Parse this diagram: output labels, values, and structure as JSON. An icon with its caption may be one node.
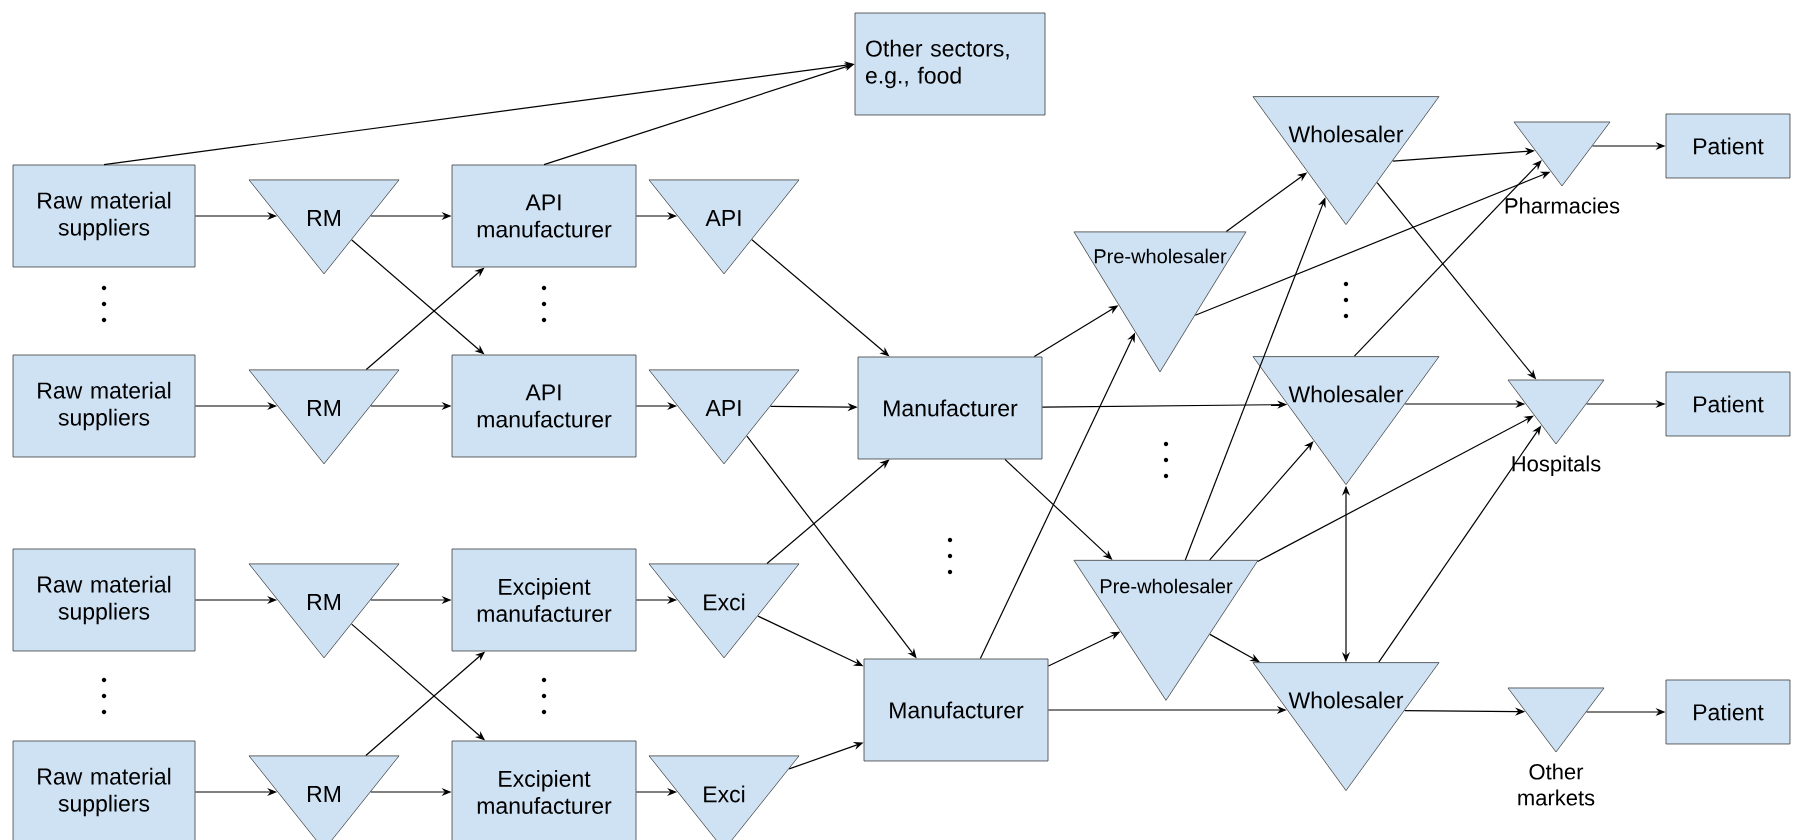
{
  "diagram": {
    "nodes": [
      {
        "text": [
          "Raw material suppliers"
        ]
      },
      {
        "text": [
          "RM"
        ]
      },
      {
        "text": [
          "API manufacturer"
        ]
      },
      {
        "text": [
          "API"
        ]
      },
      {
        "text": [
          "Raw material suppliers"
        ]
      },
      {
        "text": [
          "RM"
        ]
      },
      {
        "text": [
          "API manufacturer"
        ]
      },
      {
        "text": [
          "API"
        ]
      },
      {
        "text": [
          "Raw material suppliers"
        ]
      },
      {
        "text": [
          "RM"
        ]
      },
      {
        "text": [
          "Excipient manufacturer"
        ]
      },
      {
        "text": [
          "Exci"
        ]
      },
      {
        "text": [
          "Raw material suppliers"
        ]
      },
      {
        "text": [
          "RM"
        ]
      },
      {
        "text": [
          "Excipient manufacturer"
        ]
      },
      {
        "text": [
          "Exci"
        ]
      },
      {
        "text": [
          "Other sectors, e.g., food"
        ]
      },
      {
        "text": [
          "Manufacturer"
        ]
      },
      {
        "text": [
          "Manufacturer"
        ]
      },
      {
        "text": [
          "Pre-wholesaler"
        ]
      },
      {
        "text": [
          "Pre-wholesaler"
        ]
      },
      {
        "text": [
          "Wholesaler"
        ]
      },
      {
        "text": [
          "Wholesaler"
        ]
      },
      {
        "text": [
          "Wholesaler"
        ]
      },
      {
        "text": [],
        "shape": "triangle",
        "beside": [
          "Pharmacies"
        ]
      },
      {
        "text": [],
        "shape": "triangle",
        "beside": [
          "Hospitals"
        ]
      },
      {
        "text": [],
        "shape": "triangle",
        "beside": [
          "Other markets"
        ]
      },
      {
        "text": [
          "Patient"
        ]
      },
      {
        "text": [
          "Patient"
        ]
      },
      {
        "text": [
          "Patient"
        ]
      }
    ],
    "edges": [
      {
        "from": 0,
        "to": 1,
        "arrow": "to"
      },
      {
        "from": 1,
        "to": 2,
        "arrow": "to"
      },
      {
        "from": 1,
        "to": 6,
        "arrow": "to"
      },
      {
        "from": 4,
        "to": 5,
        "arrow": "to"
      },
      {
        "from": 5,
        "to": 6,
        "arrow": "to"
      },
      {
        "from": 5,
        "to": 2,
        "arrow": "to"
      },
      {
        "from": 0,
        "to": 16,
        "arrow": "to"
      },
      {
        "from": 2,
        "to": 16,
        "arrow": "to"
      },
      {
        "from": 2,
        "to": 3,
        "arrow": "to"
      },
      {
        "from": 6,
        "to": 7,
        "arrow": "to"
      },
      {
        "from": 3,
        "to": 17,
        "arrow": "to"
      },
      {
        "from": 7,
        "to": 17,
        "arrow": "to"
      },
      {
        "from": 7,
        "to": 18,
        "arrow": "to"
      },
      {
        "from": 8,
        "to": 9,
        "arrow": "to"
      },
      {
        "from": 9,
        "to": 10,
        "arrow": "to"
      },
      {
        "from": 9,
        "to": 14,
        "arrow": "to"
      },
      {
        "from": 12,
        "to": 13,
        "arrow": "to"
      },
      {
        "from": 13,
        "to": 10,
        "arrow": "to"
      },
      {
        "from": 13,
        "to": 14,
        "arrow": "to"
      },
      {
        "from": 10,
        "to": 11,
        "arrow": "to"
      },
      {
        "from": 14,
        "to": 15,
        "arrow": "to"
      },
      {
        "from": 11,
        "to": 17,
        "arrow": "to"
      },
      {
        "from": 11,
        "to": 18,
        "arrow": "to"
      },
      {
        "from": 15,
        "to": 18,
        "arrow": "to"
      },
      {
        "from": 17,
        "to": 19,
        "arrow": "to"
      },
      {
        "from": 17,
        "to": 22,
        "arrow": "to"
      },
      {
        "from": 17,
        "to": 20,
        "arrow": "to"
      },
      {
        "from": 18,
        "to": 19,
        "arrow": "to"
      },
      {
        "from": 18,
        "to": 20,
        "arrow": "to"
      },
      {
        "from": 18,
        "to": 23,
        "arrow": "to"
      },
      {
        "from": 19,
        "to": 21,
        "arrow": "to"
      },
      {
        "from": 19,
        "to": 24,
        "arrow": "to"
      },
      {
        "from": 20,
        "to": 21,
        "arrow": "to"
      },
      {
        "from": 20,
        "to": 22,
        "arrow": "to"
      },
      {
        "from": 20,
        "to": 25,
        "arrow": "to"
      },
      {
        "from": 20,
        "to": 23,
        "arrow": "to"
      },
      {
        "from": 21,
        "to": 24,
        "arrow": "to"
      },
      {
        "from": 21,
        "to": 25,
        "arrow": "to"
      },
      {
        "from": 22,
        "to": 25,
        "arrow": "to"
      },
      {
        "from": 22,
        "to": 24,
        "arrow": "to"
      },
      {
        "from": 22,
        "to": 23,
        "arrow": "both"
      },
      {
        "from": 23,
        "to": 25,
        "arrow": "to"
      },
      {
        "from": 23,
        "to": 26,
        "arrow": "to"
      },
      {
        "from": 24,
        "to": 27,
        "arrow": "to"
      },
      {
        "from": 25,
        "to": 28,
        "arrow": "to"
      },
      {
        "from": 26,
        "to": 29,
        "arrow": "to"
      }
    ]
  }
}
